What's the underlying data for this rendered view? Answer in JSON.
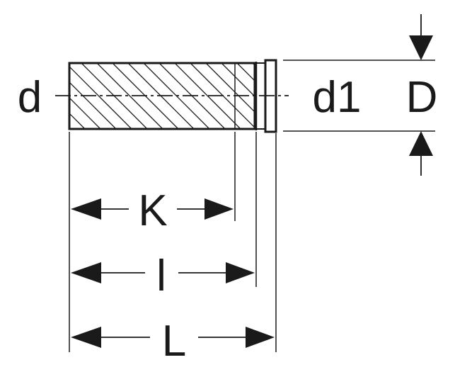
{
  "labels": {
    "d": "d",
    "d1": "d1",
    "D": "D",
    "K": "K",
    "l": "l",
    "L": "L"
  },
  "colors": {
    "ink": "#1a1a1a",
    "background": "#ffffff"
  }
}
